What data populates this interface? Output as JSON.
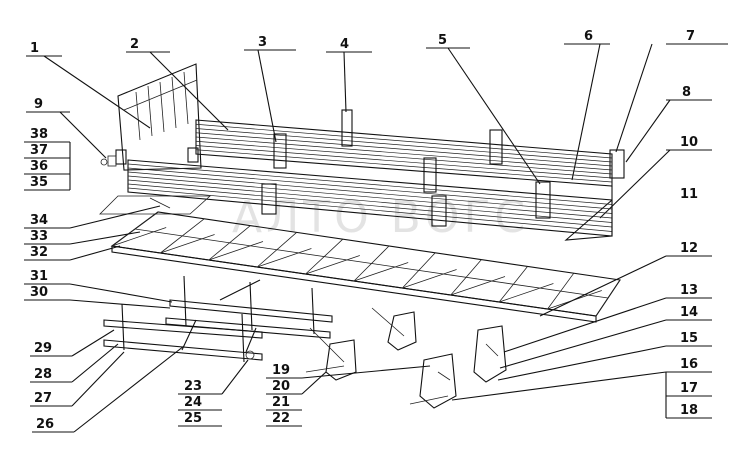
{
  "watermark": "АЛТО ВОГС",
  "callouts": [
    {
      "id": 1,
      "label": "1"
    },
    {
      "id": 2,
      "label": "2"
    },
    {
      "id": 3,
      "label": "3"
    },
    {
      "id": 4,
      "label": "4"
    },
    {
      "id": 5,
      "label": "5"
    },
    {
      "id": 6,
      "label": "6"
    },
    {
      "id": 7,
      "label": "7"
    },
    {
      "id": 8,
      "label": "8"
    },
    {
      "id": 9,
      "label": "9"
    },
    {
      "id": 10,
      "label": "10"
    },
    {
      "id": 11,
      "label": "11"
    },
    {
      "id": 12,
      "label": "12"
    },
    {
      "id": 13,
      "label": "13"
    },
    {
      "id": 14,
      "label": "14"
    },
    {
      "id": 15,
      "label": "15"
    },
    {
      "id": 16,
      "label": "16"
    },
    {
      "id": 17,
      "label": "17"
    },
    {
      "id": 18,
      "label": "18"
    },
    {
      "id": 19,
      "label": "19"
    },
    {
      "id": 20,
      "label": "20"
    },
    {
      "id": 21,
      "label": "21"
    },
    {
      "id": 22,
      "label": "22"
    },
    {
      "id": 23,
      "label": "23"
    },
    {
      "id": 24,
      "label": "24"
    },
    {
      "id": 25,
      "label": "25"
    },
    {
      "id": 26,
      "label": "26"
    },
    {
      "id": 27,
      "label": "27"
    },
    {
      "id": 28,
      "label": "28"
    },
    {
      "id": 29,
      "label": "29"
    },
    {
      "id": 30,
      "label": "30"
    },
    {
      "id": 31,
      "label": "31"
    },
    {
      "id": 32,
      "label": "32"
    },
    {
      "id": 33,
      "label": "33"
    },
    {
      "id": 34,
      "label": "34"
    },
    {
      "id": 35,
      "label": "35"
    },
    {
      "id": 36,
      "label": "36"
    },
    {
      "id": 37,
      "label": "37"
    },
    {
      "id": 38,
      "label": "38"
    }
  ]
}
